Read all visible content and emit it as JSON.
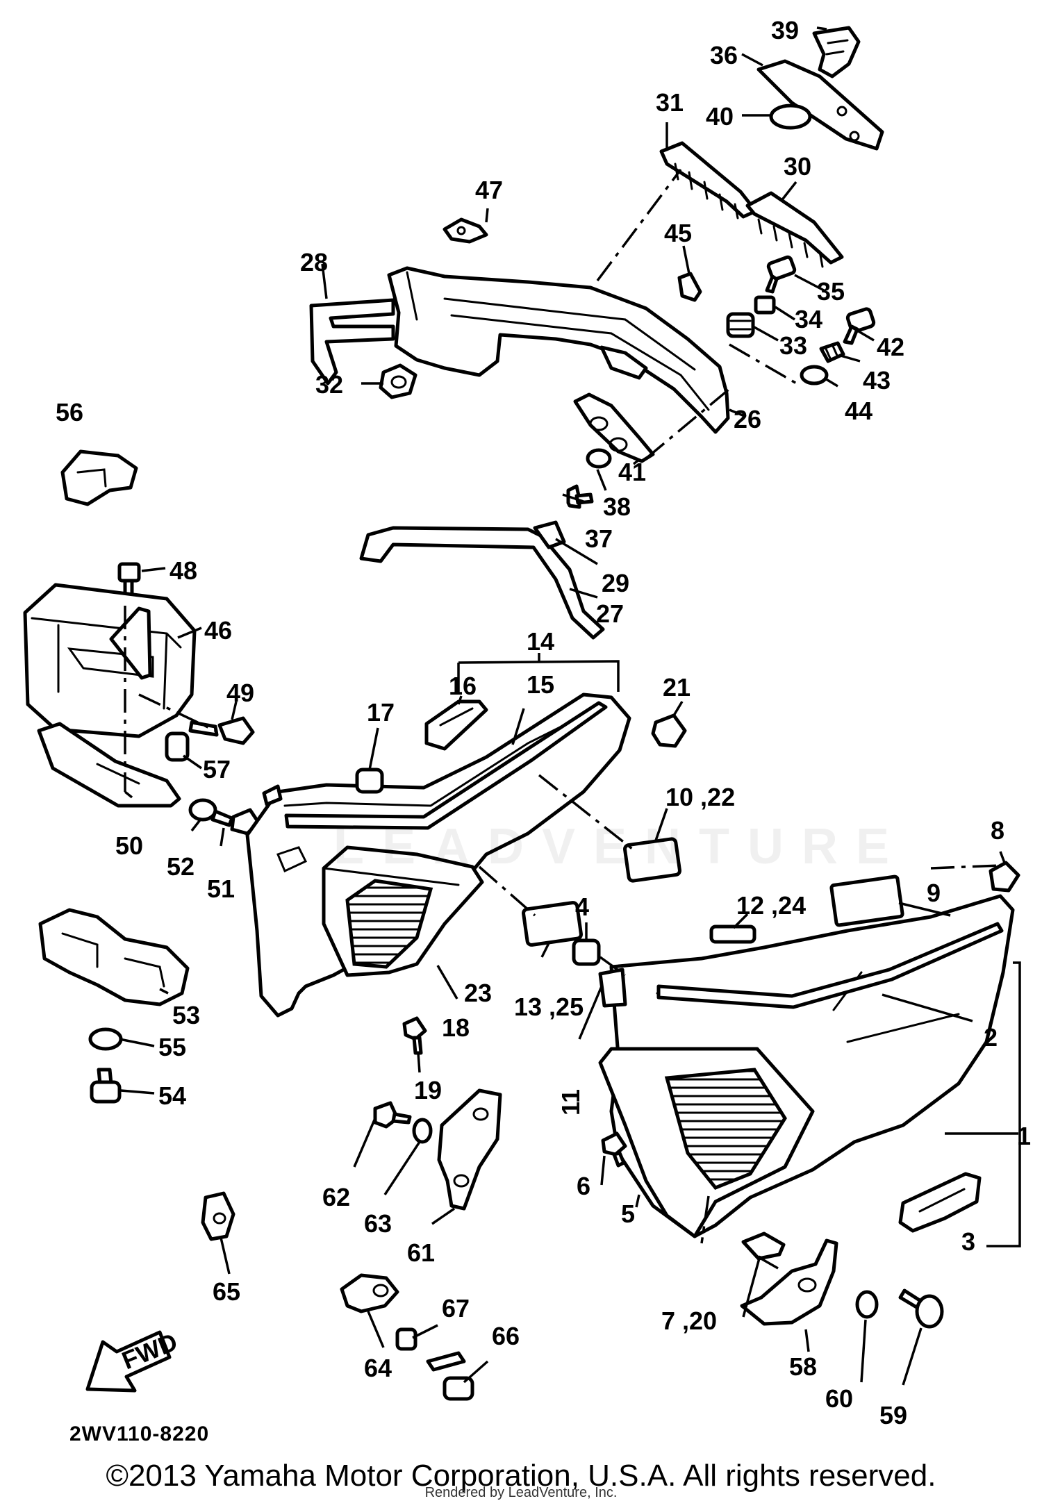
{
  "callouts": [
    {
      "id": "1",
      "label": "1"
    },
    {
      "id": "2",
      "label": "2"
    },
    {
      "id": "3",
      "label": "3"
    },
    {
      "id": "4",
      "label": "4"
    },
    {
      "id": "5",
      "label": "5"
    },
    {
      "id": "6",
      "label": "6"
    },
    {
      "id": "7",
      "label": "7 ,20"
    },
    {
      "id": "8",
      "label": "8"
    },
    {
      "id": "9",
      "label": "9"
    },
    {
      "id": "10",
      "label": "10 ,22"
    },
    {
      "id": "11",
      "label": "11"
    },
    {
      "id": "12",
      "label": "12 ,24"
    },
    {
      "id": "13",
      "label": "13 ,25"
    },
    {
      "id": "14",
      "label": "14"
    },
    {
      "id": "15",
      "label": "15"
    },
    {
      "id": "16",
      "label": "16"
    },
    {
      "id": "17",
      "label": "17"
    },
    {
      "id": "18",
      "label": "18"
    },
    {
      "id": "19",
      "label": "19"
    },
    {
      "id": "21",
      "label": "21"
    },
    {
      "id": "23",
      "label": "23"
    },
    {
      "id": "26",
      "label": "26"
    },
    {
      "id": "27",
      "label": "27"
    },
    {
      "id": "28",
      "label": "28"
    },
    {
      "id": "29",
      "label": "29"
    },
    {
      "id": "30",
      "label": "30"
    },
    {
      "id": "31",
      "label": "31"
    },
    {
      "id": "32",
      "label": "32"
    },
    {
      "id": "33",
      "label": "33"
    },
    {
      "id": "34",
      "label": "34"
    },
    {
      "id": "35",
      "label": "35"
    },
    {
      "id": "36",
      "label": "36"
    },
    {
      "id": "37",
      "label": "37"
    },
    {
      "id": "38",
      "label": "38"
    },
    {
      "id": "39",
      "label": "39"
    },
    {
      "id": "40",
      "label": "40"
    },
    {
      "id": "41",
      "label": "41"
    },
    {
      "id": "42",
      "label": "42"
    },
    {
      "id": "43",
      "label": "43"
    },
    {
      "id": "44",
      "label": "44"
    },
    {
      "id": "45",
      "label": "45"
    },
    {
      "id": "46",
      "label": "46"
    },
    {
      "id": "47",
      "label": "47"
    },
    {
      "id": "48",
      "label": "48"
    },
    {
      "id": "49",
      "label": "49"
    },
    {
      "id": "50",
      "label": "50"
    },
    {
      "id": "51",
      "label": "51"
    },
    {
      "id": "52",
      "label": "52"
    },
    {
      "id": "53",
      "label": "53"
    },
    {
      "id": "54",
      "label": "54"
    },
    {
      "id": "55",
      "label": "55"
    },
    {
      "id": "56",
      "label": "56"
    },
    {
      "id": "57",
      "label": "57"
    },
    {
      "id": "58",
      "label": "58"
    },
    {
      "id": "59",
      "label": "59"
    },
    {
      "id": "60",
      "label": "60"
    },
    {
      "id": "61",
      "label": "61"
    },
    {
      "id": "62",
      "label": "62"
    },
    {
      "id": "63",
      "label": "63"
    },
    {
      "id": "64",
      "label": "64"
    },
    {
      "id": "65",
      "label": "65"
    },
    {
      "id": "66",
      "label": "66"
    },
    {
      "id": "67",
      "label": "67"
    }
  ],
  "fwd_arrow_label": "FWD",
  "part_number": "2WV110-8220",
  "copyright": "©2013 Yamaha Motor Corporation, U.S.A. All rights reserved.",
  "rendered_by": "Rendered by LeadVenture, Inc.",
  "watermark": "LEADVENTURE",
  "colors": {
    "ink": "#000000",
    "paper": "#ffffff"
  }
}
